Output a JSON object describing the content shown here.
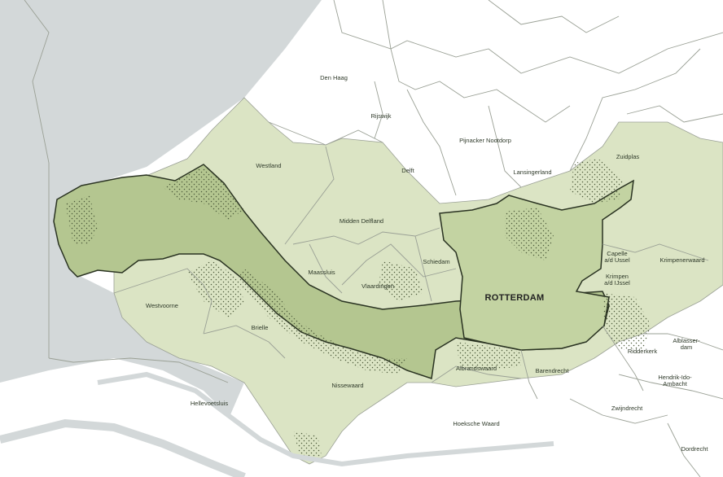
{
  "map": {
    "colors": {
      "sea": "#d3d8d9",
      "land": "#ffffff",
      "region_fill": "#dbe4c4",
      "port_band": "#b4c690",
      "rotterdam_fill": "#c3d3a2",
      "boundary": "#2a3322",
      "municipal_line": "#9aa095",
      "dots": "#4c5a3a"
    },
    "labels": {
      "den_haag": "Den Haag",
      "rijswijk": "Rijswijk",
      "pijnacker": "Pijnacker Nootdorp",
      "westland": "Westland",
      "delft": "Delft",
      "lansingerland": "Lansingerland",
      "zuidplas": "Zuidplas",
      "midden_delfland": "Midden Delfland",
      "maassluis": "Maassluis",
      "vlaardingen": "Vlaardingen",
      "schiedam": "Schiedam",
      "capelle": "Capelle a/d Ussel",
      "krimpen": "Krimpen a/d IJssel",
      "krimpenerwaard": "Krimpenerwaard",
      "rotterdam": "ROTTERDAM",
      "westvoorne": "Westvoorne",
      "brielle": "Brielle",
      "hellevoetsluis": "Hellevoetsluis",
      "nissewaard": "Nissewaard",
      "albrandswaard": "Albrandswaard",
      "barendrecht": "Barendrecht",
      "ridderkerk": "Ridderkerk",
      "alblasserdam": "Alblasser-dam",
      "hendrik_ido": "Hendrik-Ido-Ambacht",
      "zwijndrecht": "Zwijndrecht",
      "hoeksche_waard": "Hoeksche Waard",
      "dordrecht": "Dordrecht"
    }
  }
}
